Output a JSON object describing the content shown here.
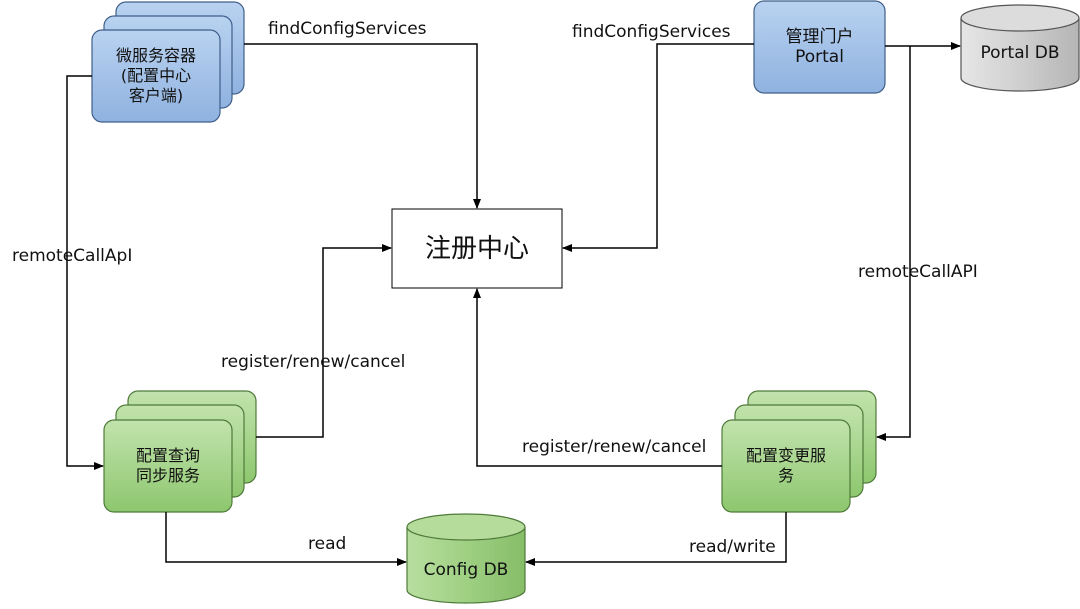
{
  "colors": {
    "blue_fill": "#9dbde6",
    "blue_stroke": "#3f5f8a",
    "green_fill": "#a5d48e",
    "green_stroke": "#4f7a3a",
    "gray_fill": "#cfcfcf",
    "gray_stroke": "#555555",
    "line": "#000000"
  },
  "nodes": {
    "microservice_container": {
      "label": "微服务容器\n(配置中心\n客户端)"
    },
    "admin_portal": {
      "label": "管理门户\nPortal"
    },
    "portal_db": {
      "label": "Portal DB"
    },
    "registry": {
      "label": "注册中心"
    },
    "config_query_service": {
      "label": "配置查询\n同步服务"
    },
    "config_change_service": {
      "label": "配置变更服\n务"
    },
    "config_db": {
      "label": "Config DB"
    }
  },
  "edges": {
    "find_config_left": "findConfigServices",
    "find_config_right": "findConfigServices",
    "remote_call_left": "remoteCallApI",
    "remote_call_right": "remoteCallAPI",
    "register_left": "register/renew/cancel",
    "register_right": "register/renew/cancel",
    "read": "read",
    "read_write": "read/write"
  }
}
